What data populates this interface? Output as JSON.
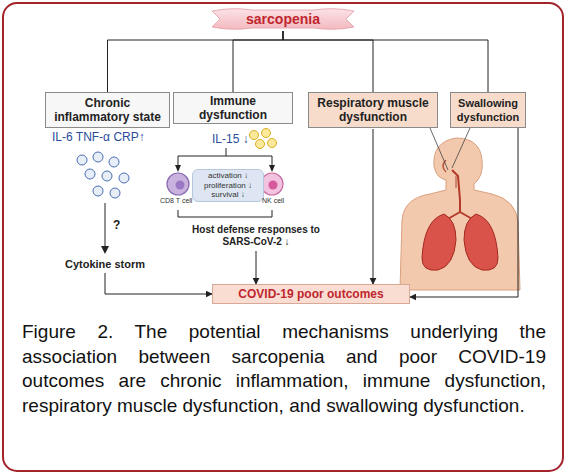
{
  "diagram": {
    "caption": "Figure 2. The potential mechanisms underlying the association between sarcopenia and poor COVID-19 outcomes are chronic inflammation, immune dysfunction, respiratory muscle dysfunction, and swallowing dysfunction.",
    "nodes": [
      {
        "text": [
          "sarcopenia"
        ]
      },
      {
        "text": [
          "Chronic inflammatory state"
        ]
      },
      {
        "text": [
          "Immune dysfunction"
        ]
      },
      {
        "text": [
          "Respiratory muscle dysfunction"
        ]
      },
      {
        "text": [
          "Swallowing dysfunction"
        ]
      },
      {
        "text": [
          "activation ↓",
          "proliferation ↓",
          "survival ↓"
        ]
      },
      {
        "text": [
          "Cytokine storm"
        ]
      },
      {
        "text": [
          "Host defense responses to SARS-CoV-2 ↓"
        ]
      },
      {
        "text": [
          "COVID-19 poor outcomes"
        ]
      }
    ],
    "edges": [
      {
        "from": 0,
        "to": 1,
        "arrow": "none"
      },
      {
        "from": 0,
        "to": 2,
        "arrow": "none"
      },
      {
        "from": 0,
        "to": 3,
        "arrow": "none"
      },
      {
        "from": 0,
        "to": 4,
        "arrow": "none"
      },
      {
        "from": 6,
        "to": 8,
        "arrow": "to"
      },
      {
        "from": 7,
        "to": 8,
        "arrow": "to"
      },
      {
        "from": 3,
        "to": 8,
        "arrow": "to"
      },
      {
        "from": 4,
        "to": 8,
        "arrow": "to"
      }
    ],
    "labels": [
      "IL-6 TNF-α CRP↑",
      "?",
      "IL-15 ↓",
      "CD8 T cell",
      "NK cell"
    ]
  }
}
